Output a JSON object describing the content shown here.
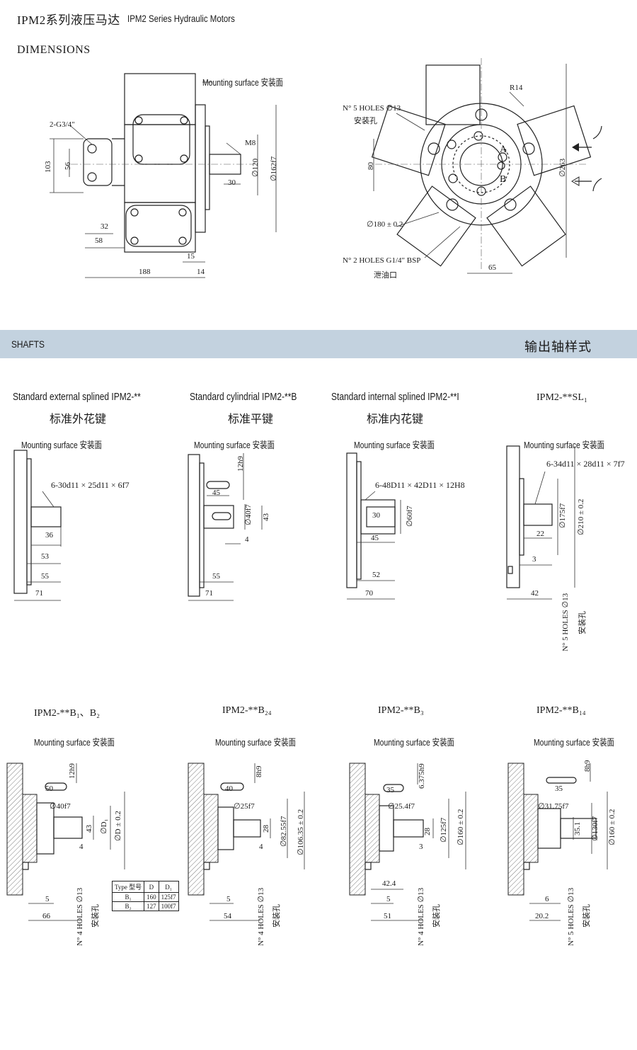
{
  "header": {
    "title_cn": "IPM2系列液压马达",
    "title_en": "IPM2 Series Hydraulic Motors",
    "section": "DIMENSIONS"
  },
  "main_drawing": {
    "mounting_label": "Mounting surface 安装面",
    "port_label": "2-G3/4\"",
    "thread_label": "M8",
    "dims": [
      "103",
      "56",
      "32",
      "58",
      "188",
      "15",
      "14",
      "30",
      "∅120",
      "∅162f7"
    ],
    "front": {
      "holes_label": "N° 5 HOLES ∅13",
      "holes_cn": "安装孔",
      "r_label": "R14",
      "port_a": "A",
      "port_b": "B",
      "d80": "80",
      "d180": "∅180 ± 0.2",
      "d263": "∅263",
      "d65": "65",
      "drain_label": "N° 2 HOLES G1/4\" BSP",
      "drain_cn": "泄油口"
    }
  },
  "band": {
    "left": "SHAFTS",
    "right": "输出轴样式"
  },
  "shafts_row1": [
    {
      "title": "Standard external splined IPM2-**",
      "cn": "标准外花键",
      "mount": "Mounting surface 安装面",
      "spec": "6-30d11 × 25d11 × 6f7",
      "dims": [
        "36",
        "53",
        "55",
        "71"
      ]
    },
    {
      "title": "Standard cylindrial IPM2-**B",
      "cn": "标准平键",
      "mount": "Mounting surface 安装面",
      "spec": "12h9",
      "dims": [
        "45",
        "∅40f7",
        "43",
        "4",
        "55",
        "71"
      ]
    },
    {
      "title": "Standard internal splined IPM2-**I",
      "cn": "标准内花键",
      "mount": "Mounting surface 安装面",
      "spec": "6-48D11 × 42D11 × 12H8",
      "dims": [
        "30",
        "∅60f7",
        "45",
        "52",
        "70"
      ]
    },
    {
      "title": "IPM2-**SL₁",
      "cn": "",
      "mount": "Mounting surface 安装面",
      "spec": "6-34d11 × 28d11 × 7f7",
      "dims": [
        "∅175f7",
        "∅210 ± 0.2",
        "22",
        "3",
        "42"
      ],
      "holes": "N° 5 HOLES ∅13",
      "holes_cn": "安装孔"
    }
  ],
  "shafts_row2": [
    {
      "title": "IPM2-**B₁、B₂",
      "mount": "Mounting surface 安装面",
      "key": "12h9",
      "keylen": "50",
      "dia": "∅40f7",
      "h": "43",
      "d1": "∅D₁",
      "d": "∅D ± 0.2",
      "t": "4",
      "a": "5",
      "b": "66",
      "holes": "N° 4 HOLES ∅13",
      "holes_cn": "安装孔"
    },
    {
      "title": "IPM2-**B₂₄",
      "mount": "Mounting surface 安装面",
      "key": "8h9",
      "keylen": "40",
      "dia": "∅25f7",
      "h": "28",
      "d1": "∅82.55f7",
      "d": "∅106.35 ± 0.2",
      "t": "4",
      "a": "5",
      "b": "54",
      "holes": "N° 4 HOLES ∅13",
      "holes_cn": "安装孔"
    },
    {
      "title": "IPM2-**B₃",
      "mount": "Mounting surface 安装面",
      "key": "6.375h9",
      "keylen": "35",
      "dia": "∅25.4f7",
      "h": "28",
      "d1": "∅125f7",
      "d": "∅160 ± 0.2",
      "t": "3",
      "a": "5",
      "b": "51",
      "extra": "42.4",
      "holes": "N° 4 HOLES ∅13",
      "holes_cn": "安装孔"
    },
    {
      "title": "IPM2-**B₁₄",
      "mount": "Mounting surface 安装面",
      "key": "8h9",
      "keylen": "35",
      "dia": "∅31.75f7",
      "h": "35.1",
      "d1": "∅130f7",
      "d": "∅160 ± 0.2",
      "t": "",
      "a": "6",
      "b": "20.2",
      "holes": "N° 5 HOLES ∅13",
      "holes_cn": "安装孔"
    }
  ],
  "type_table": {
    "head": [
      "Type 型号",
      "D",
      "D₁"
    ],
    "rows": [
      [
        "B₁",
        "160",
        "125f7"
      ],
      [
        "B₂",
        "127",
        "100f7"
      ]
    ]
  }
}
